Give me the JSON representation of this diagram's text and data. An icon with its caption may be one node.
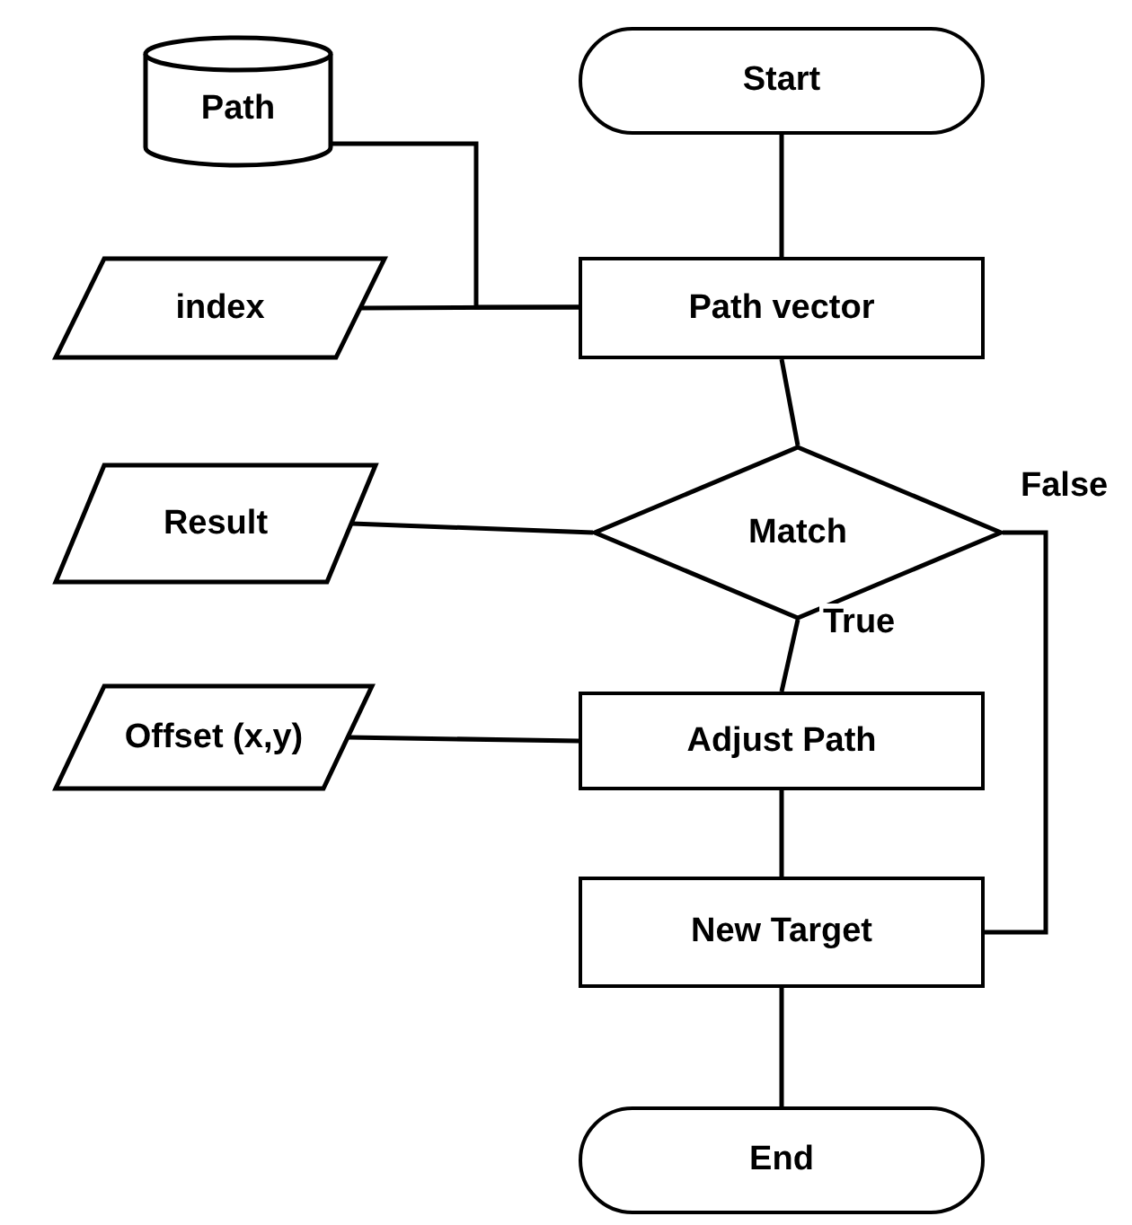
{
  "diagram": {
    "nodes": [
      {
        "text": [
          "Start"
        ]
      },
      {
        "text": [
          "Path"
        ]
      },
      {
        "text": [
          "index"
        ]
      },
      {
        "text": [
          "Path vector"
        ]
      },
      {
        "text": [
          "Result"
        ]
      },
      {
        "text": [
          "Match"
        ]
      },
      {
        "text": [
          "Offset (x,y)"
        ]
      },
      {
        "text": [
          "Adjust Path"
        ]
      },
      {
        "text": [
          "New Target"
        ]
      },
      {
        "text": [
          "End"
        ]
      }
    ],
    "edges": [
      {
        "from": 0,
        "to": 3,
        "arrow": "none"
      },
      {
        "from": 1,
        "to": 3,
        "arrow": "none"
      },
      {
        "from": 2,
        "to": 3,
        "arrow": "none"
      },
      {
        "from": 3,
        "to": 5,
        "arrow": "none"
      },
      {
        "from": 4,
        "to": 5,
        "arrow": "none"
      },
      {
        "from": 5,
        "to": 7,
        "arrow": "none",
        "label": "True"
      },
      {
        "from": 5,
        "to": 8,
        "arrow": "none",
        "label": "False"
      },
      {
        "from": 6,
        "to": 7,
        "arrow": "none"
      },
      {
        "from": 7,
        "to": 8,
        "arrow": "none"
      },
      {
        "from": 8,
        "to": 9,
        "arrow": "none"
      }
    ]
  }
}
